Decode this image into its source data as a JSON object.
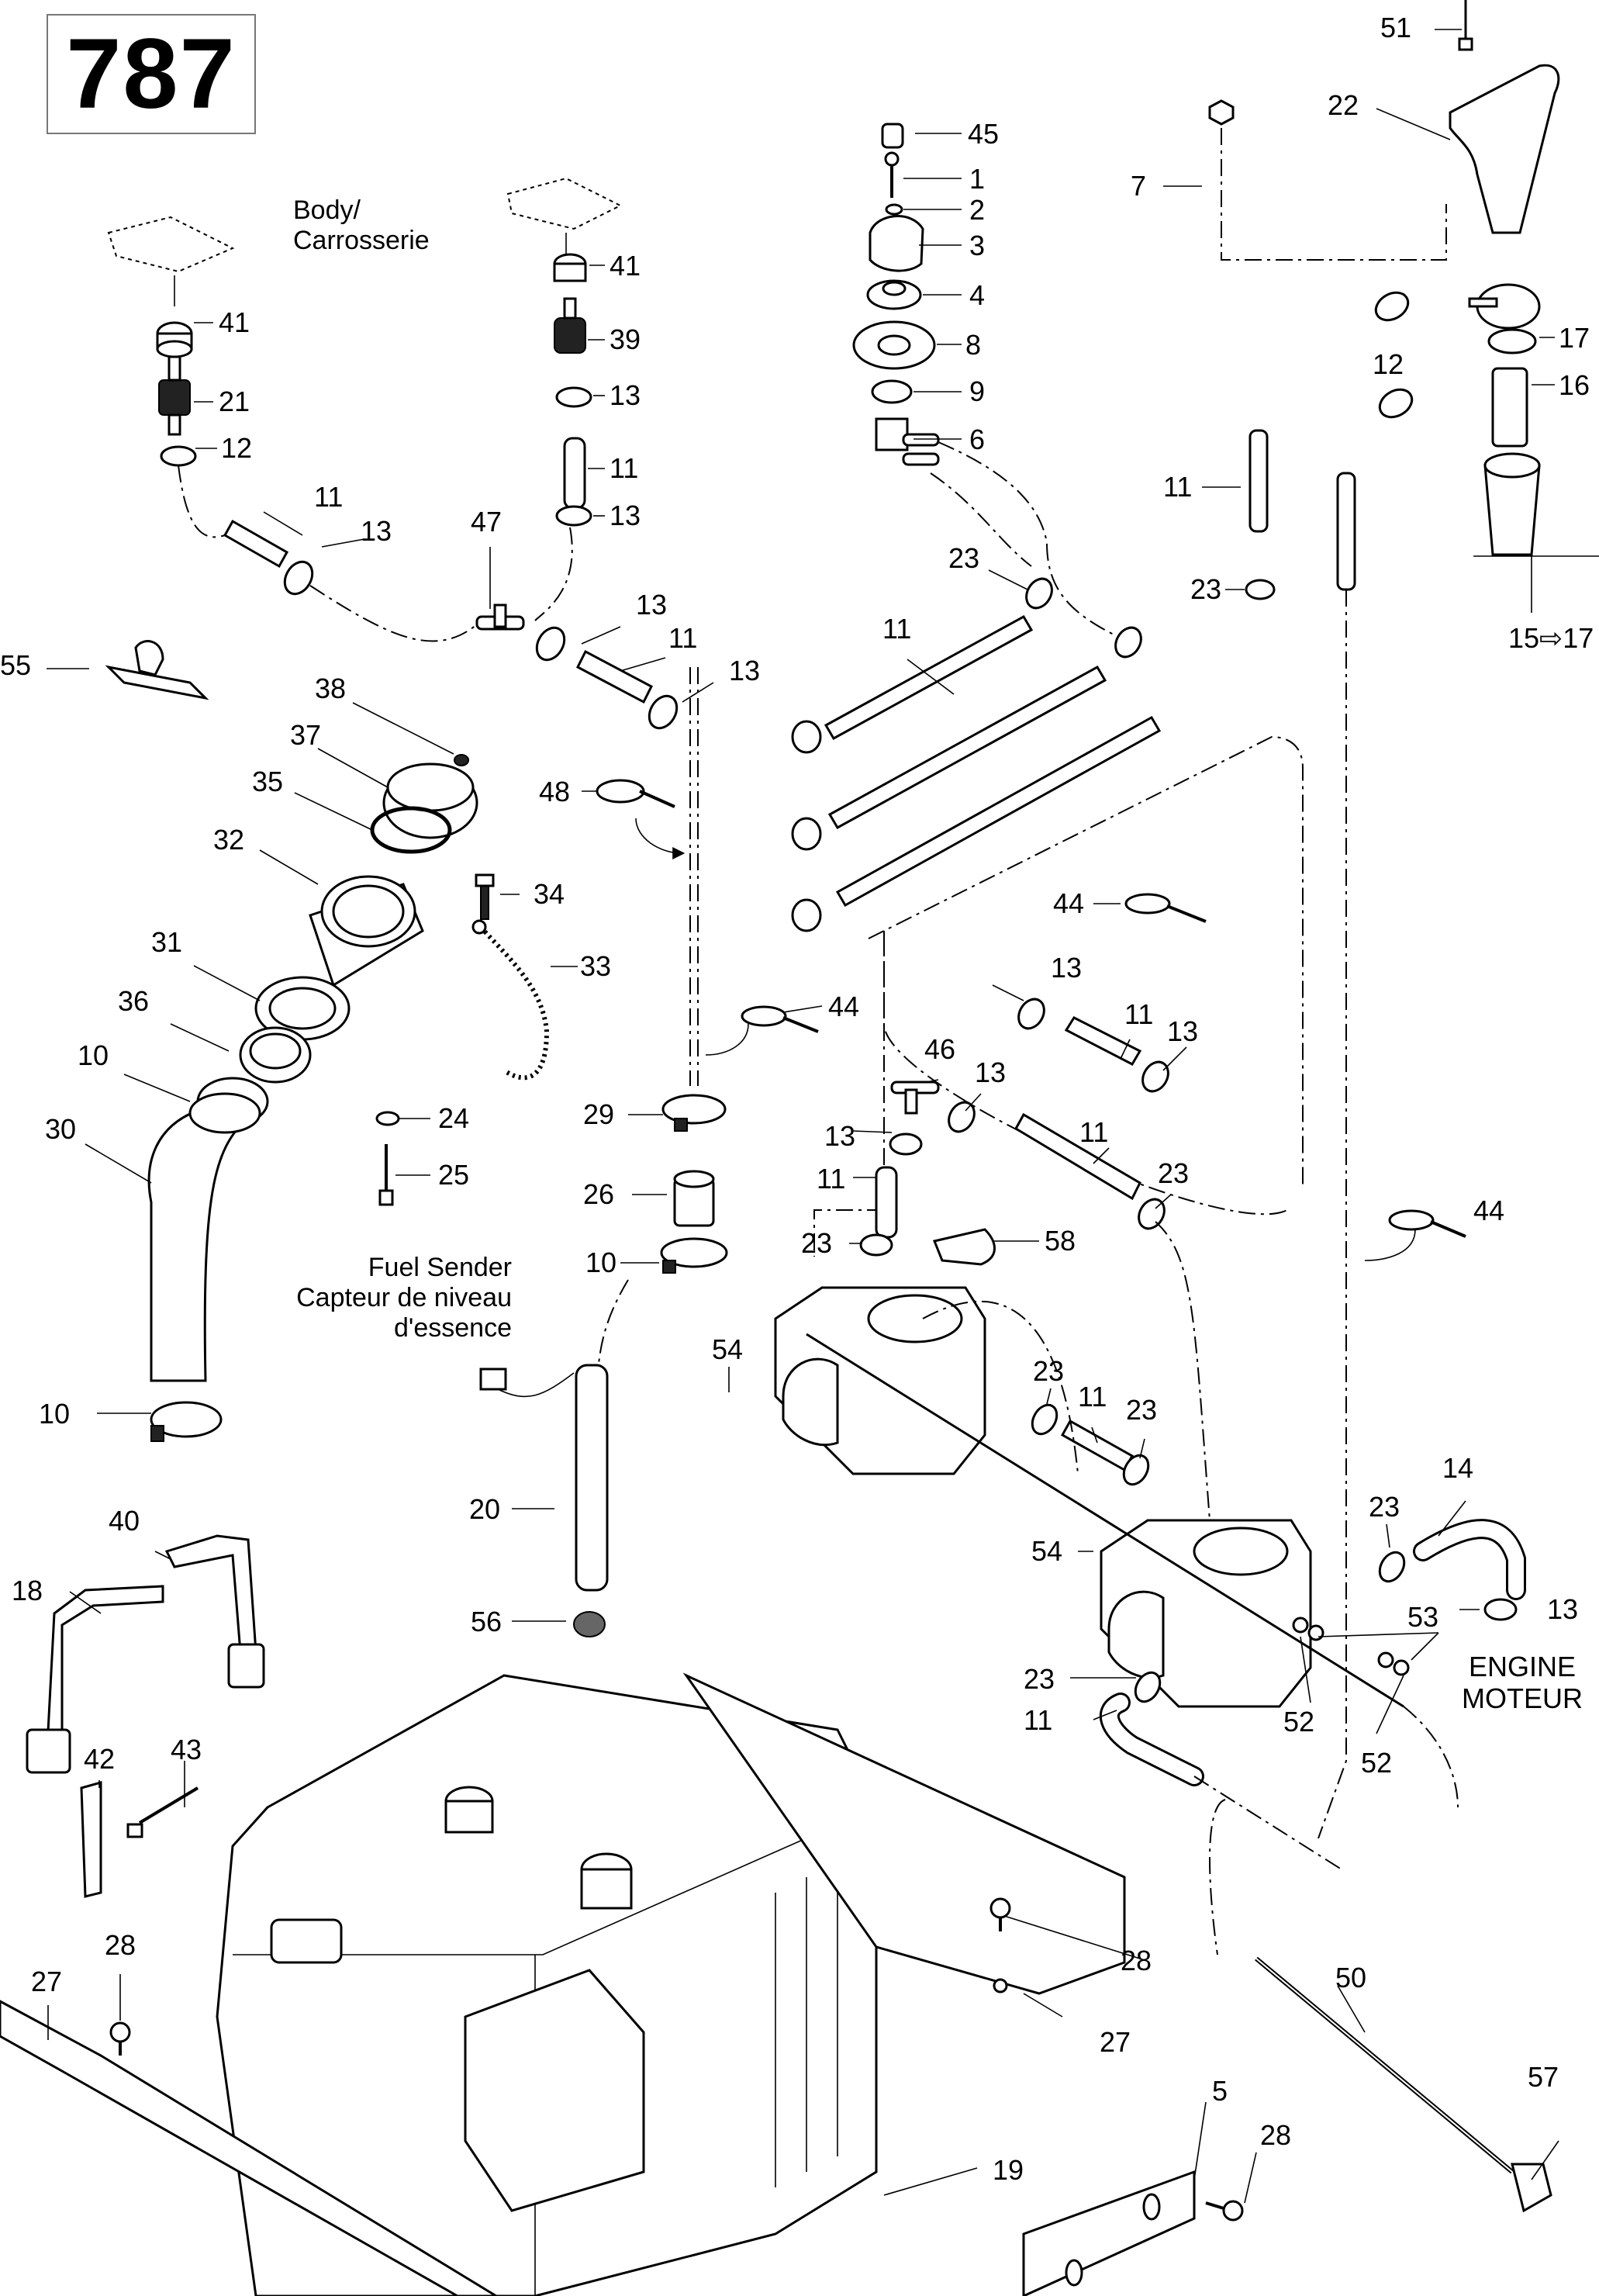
{
  "diagram": {
    "number": "787",
    "notes": {
      "body": "Body/\nCarrosserie",
      "fuel_sender": "Fuel Sender\nCapteur de niveau\nd'essence",
      "engine": "ENGINE\nMOTEUR",
      "range_ref": "15⇨17"
    },
    "callouts": [
      {
        "id": "51",
        "text": "51"
      },
      {
        "id": "22",
        "text": "22"
      },
      {
        "id": "7",
        "text": "7"
      },
      {
        "id": "45",
        "text": "45"
      },
      {
        "id": "1",
        "text": "1"
      },
      {
        "id": "2",
        "text": "2"
      },
      {
        "id": "3",
        "text": "3"
      },
      {
        "id": "4",
        "text": "4"
      },
      {
        "id": "8",
        "text": "8"
      },
      {
        "id": "9",
        "text": "9"
      },
      {
        "id": "6",
        "text": "6"
      },
      {
        "id": "17",
        "text": "17"
      },
      {
        "id": "16",
        "text": "16"
      },
      {
        "id": "12a",
        "text": "12"
      },
      {
        "id": "11a",
        "text": "11"
      },
      {
        "id": "23a",
        "text": "23"
      },
      {
        "id": "23b",
        "text": "23"
      },
      {
        "id": "41a",
        "text": "41"
      },
      {
        "id": "21",
        "text": "21"
      },
      {
        "id": "12b",
        "text": "12"
      },
      {
        "id": "41b",
        "text": "41"
      },
      {
        "id": "39",
        "text": "39"
      },
      {
        "id": "13a",
        "text": "13"
      },
      {
        "id": "11b",
        "text": "11"
      },
      {
        "id": "13b",
        "text": "13"
      },
      {
        "id": "11c",
        "text": "11"
      },
      {
        "id": "13c",
        "text": "13"
      },
      {
        "id": "47",
        "text": "47"
      },
      {
        "id": "13d",
        "text": "13"
      },
      {
        "id": "11d",
        "text": "11"
      },
      {
        "id": "13e",
        "text": "13"
      },
      {
        "id": "11e",
        "text": "11"
      },
      {
        "id": "55",
        "text": "55"
      },
      {
        "id": "38",
        "text": "38"
      },
      {
        "id": "37",
        "text": "37"
      },
      {
        "id": "35",
        "text": "35"
      },
      {
        "id": "48",
        "text": "48"
      },
      {
        "id": "32",
        "text": "32"
      },
      {
        "id": "34",
        "text": "34"
      },
      {
        "id": "31",
        "text": "31"
      },
      {
        "id": "33",
        "text": "33"
      },
      {
        "id": "36",
        "text": "36"
      },
      {
        "id": "10a",
        "text": "10"
      },
      {
        "id": "30",
        "text": "30"
      },
      {
        "id": "24",
        "text": "24"
      },
      {
        "id": "25",
        "text": "25"
      },
      {
        "id": "29",
        "text": "29"
      },
      {
        "id": "26",
        "text": "26"
      },
      {
        "id": "10b",
        "text": "10"
      },
      {
        "id": "44a",
        "text": "44"
      },
      {
        "id": "44b",
        "text": "44"
      },
      {
        "id": "44c",
        "text": "44"
      },
      {
        "id": "13f",
        "text": "13"
      },
      {
        "id": "11f",
        "text": "11"
      },
      {
        "id": "13g",
        "text": "13"
      },
      {
        "id": "46",
        "text": "46"
      },
      {
        "id": "13h",
        "text": "13"
      },
      {
        "id": "13i",
        "text": "13"
      },
      {
        "id": "11g",
        "text": "11"
      },
      {
        "id": "11h",
        "text": "11"
      },
      {
        "id": "23c",
        "text": "23"
      },
      {
        "id": "23d",
        "text": "23"
      },
      {
        "id": "58",
        "text": "58"
      },
      {
        "id": "54a",
        "text": "54"
      },
      {
        "id": "23e",
        "text": "23"
      },
      {
        "id": "11i",
        "text": "11"
      },
      {
        "id": "23f",
        "text": "23"
      },
      {
        "id": "10c",
        "text": "10"
      },
      {
        "id": "20",
        "text": "20"
      },
      {
        "id": "56",
        "text": "56"
      },
      {
        "id": "14",
        "text": "14"
      },
      {
        "id": "23g",
        "text": "23"
      },
      {
        "id": "54b",
        "text": "54"
      },
      {
        "id": "13j",
        "text": "13"
      },
      {
        "id": "53",
        "text": "53"
      },
      {
        "id": "23h",
        "text": "23"
      },
      {
        "id": "11j",
        "text": "11"
      },
      {
        "id": "52a",
        "text": "52"
      },
      {
        "id": "52b",
        "text": "52"
      },
      {
        "id": "40",
        "text": "40"
      },
      {
        "id": "18",
        "text": "18"
      },
      {
        "id": "42",
        "text": "42"
      },
      {
        "id": "43",
        "text": "43"
      },
      {
        "id": "28a",
        "text": "28"
      },
      {
        "id": "27a",
        "text": "27"
      },
      {
        "id": "28b",
        "text": "28"
      },
      {
        "id": "27b",
        "text": "27"
      },
      {
        "id": "50",
        "text": "50"
      },
      {
        "id": "57",
        "text": "57"
      },
      {
        "id": "5",
        "text": "5"
      },
      {
        "id": "28c",
        "text": "28"
      },
      {
        "id": "19",
        "text": "19"
      }
    ]
  }
}
